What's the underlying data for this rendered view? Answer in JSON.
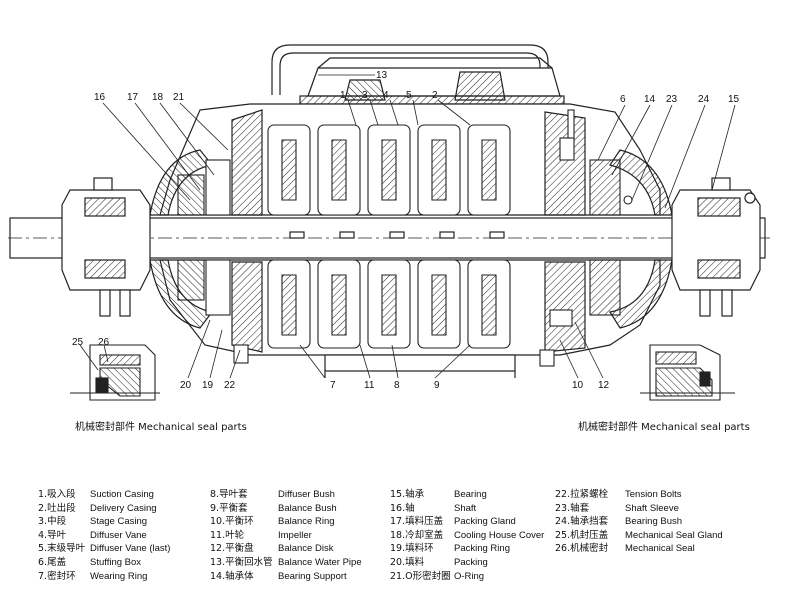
{
  "callouts": {
    "n1": "1",
    "n2": "2",
    "n3": "3",
    "n4": "4",
    "n5": "5",
    "n6": "6",
    "n7": "7",
    "n8": "8",
    "n9": "9",
    "n10": "10",
    "n11": "11",
    "n12": "12",
    "n13": "13",
    "n14": "14",
    "n15": "15",
    "n16": "16",
    "n17": "17",
    "n18": "18",
    "n19": "19",
    "n20": "20",
    "n21": "21",
    "n22": "22",
    "n23": "23",
    "n24": "24",
    "n25": "25",
    "n26": "26"
  },
  "captions": {
    "left": "机械密封部件 Mechanical seal parts",
    "right": "机械密封部件 Mechanical seal parts"
  },
  "legend": {
    "col1": [
      {
        "cn": "1.吸入段",
        "en": "Suction Casing"
      },
      {
        "cn": "2.吐出段",
        "en": "Delivery Casing"
      },
      {
        "cn": "3.中段",
        "en": "Stage Casing"
      },
      {
        "cn": "4.导叶",
        "en": "Diffuser Vane"
      },
      {
        "cn": "5.末级导叶",
        "en": "Diffuser  Vane (last)"
      },
      {
        "cn": "6.尾盖",
        "en": "Stuffing Box"
      },
      {
        "cn": "7.密封环",
        "en": "Wearing Ring"
      }
    ],
    "col2": [
      {
        "cn": "8.导叶套",
        "en": "Diffuser Bush"
      },
      {
        "cn": "9.平衡套",
        "en": "Balance Bush"
      },
      {
        "cn": "10.平衡环",
        "en": "Balance Ring"
      },
      {
        "cn": "11.叶轮",
        "en": "Impeller"
      },
      {
        "cn": "12.平衡盘",
        "en": "Balance Disk"
      },
      {
        "cn": "13.平衡回水管",
        "en": "Balance Water Pipe"
      },
      {
        "cn": "14.轴承体",
        "en": "Bearing Support"
      }
    ],
    "col3": [
      {
        "cn": "15.轴承",
        "en": "Bearing"
      },
      {
        "cn": "16.轴",
        "en": "Shaft"
      },
      {
        "cn": "17.填料压盖",
        "en": "Packing Gland"
      },
      {
        "cn": "18.冷却室盖",
        "en": "Cooling House Cover"
      },
      {
        "cn": "19.填料环",
        "en": "Packing Ring"
      },
      {
        "cn": "20.填料",
        "en": "Packing"
      },
      {
        "cn": "21.O形密封圈",
        "en": "O-Ring"
      }
    ],
    "col4": [
      {
        "cn": "22.拉紧螺栓",
        "en": "Tension Bolts"
      },
      {
        "cn": "23.轴套",
        "en": "Shaft Sleeve"
      },
      {
        "cn": "24.轴承挡套",
        "en": "Bearing Bush"
      },
      {
        "cn": "25.机封压盖",
        "en": "Mechanical Seal Gland"
      },
      {
        "cn": "26.机械密封",
        "en": "Mechanical Seal"
      }
    ]
  }
}
